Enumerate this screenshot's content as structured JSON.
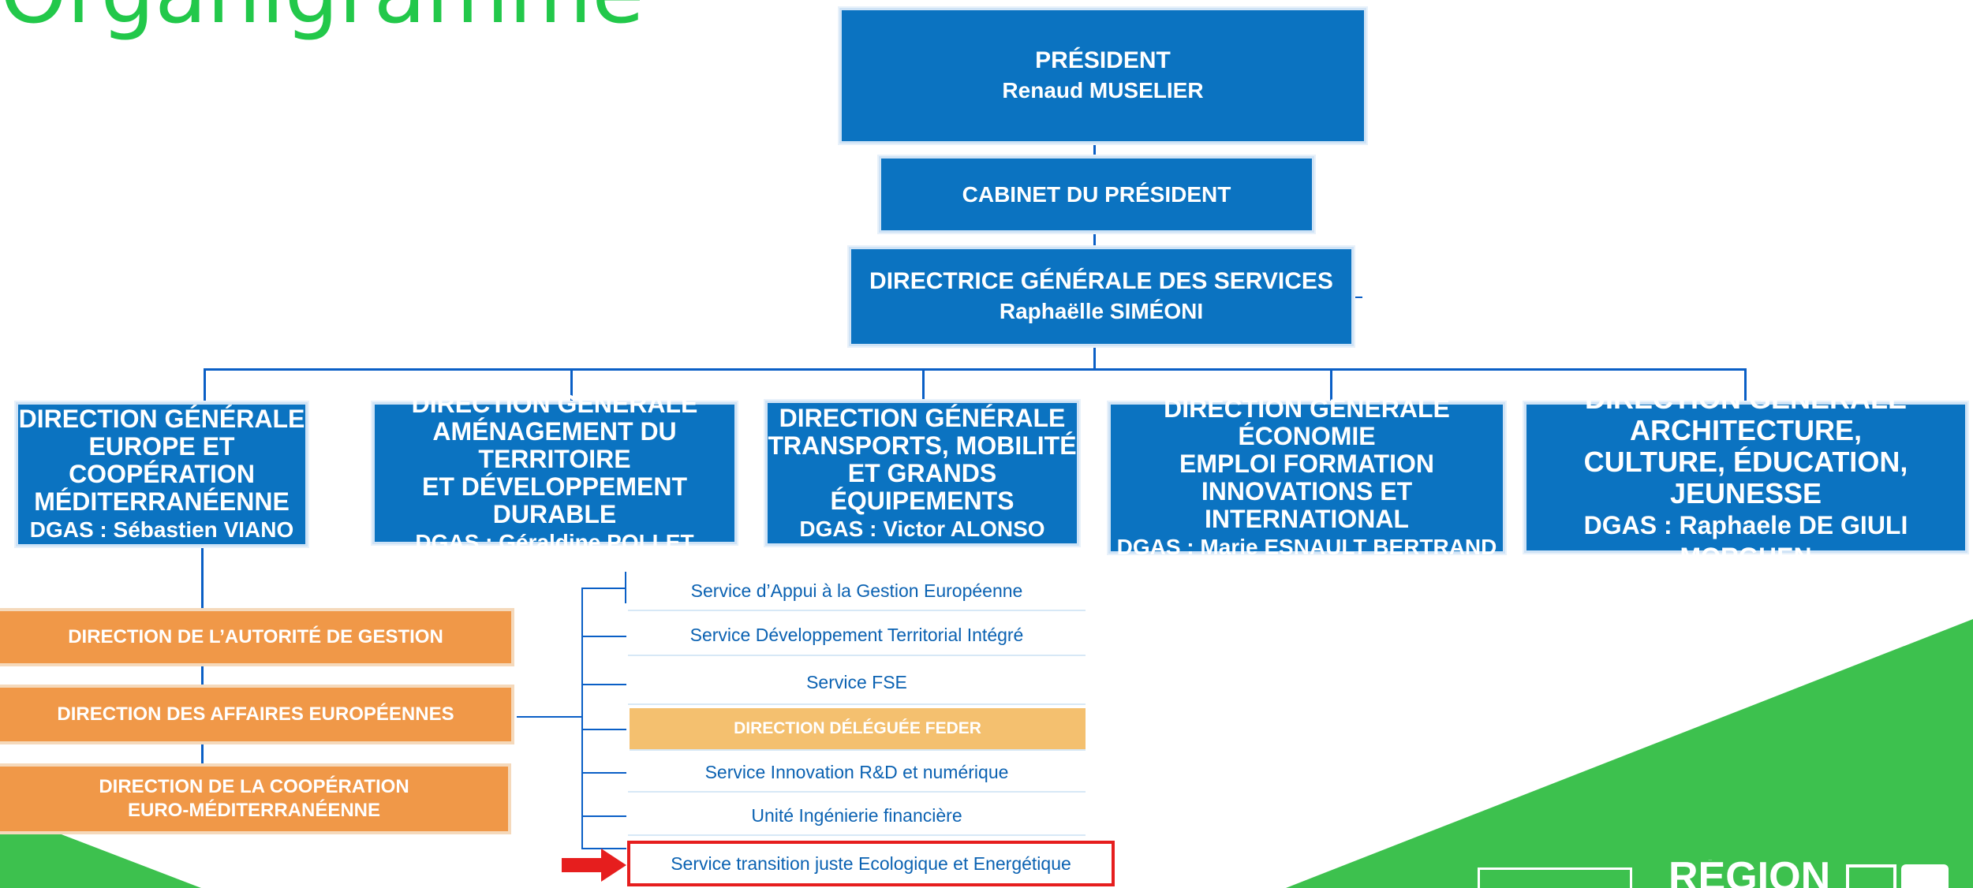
{
  "slide": {
    "title": "Organigramme"
  },
  "top_chain": {
    "president": {
      "title": "PRÉSIDENT",
      "name": "Renaud MUSELIER"
    },
    "cabinet": {
      "title": "CABINET DU PRÉSIDENT"
    },
    "dgs": {
      "title": "DIRECTRICE GÉNÉRALE DES SERVICES",
      "name": "Raphaëlle SIMÉONI"
    }
  },
  "directions_generales": [
    {
      "lines": [
        "DIRECTION GÉNÉRALE",
        "EUROPE ET COOPÉRATION",
        "MÉDITERRANÉENNE"
      ],
      "dgas": "DGAS : Sébastien VIANO"
    },
    {
      "lines": [
        "DIRECTION GÉNÉRALE",
        "AMÉNAGEMENT DU TERRITOIRE",
        "ET DÉVELOPPEMENT DURABLE"
      ],
      "dgas": "DGAS : Géraldine POLLET"
    },
    {
      "lines": [
        "DIRECTION GÉNÉRALE",
        "TRANSPORTS, MOBILITÉ",
        "ET GRANDS ÉQUIPEMENTS"
      ],
      "dgas": "DGAS : Victor ALONSO"
    },
    {
      "lines": [
        "DIRECTION GÉNÉRALE ÉCONOMIE",
        "EMPLOI FORMATION",
        "INNOVATIONS ET INTERNATIONAL"
      ],
      "dgas": "DGAS : Marie ESNAULT BERTRAND"
    },
    {
      "lines": [
        "DIRECTION GÉNÉRALE ARCHITECTURE,",
        "CULTURE, ÉDUCATION, JEUNESSE"
      ],
      "dgas": "DGAS : Raphaele DE GIULI MORGHEN"
    }
  ],
  "directions": [
    {
      "lines": [
        "DIRECTION DE L’AUTORITÉ DE GESTION"
      ]
    },
    {
      "lines": [
        "DIRECTION DES AFFAIRES EUROPÉENNES"
      ]
    },
    {
      "lines": [
        "DIRECTION DE LA COOPÉRATION",
        "EURO-MÉDITERRANÉENNE"
      ]
    }
  ],
  "services": [
    {
      "label": "Service d’Appui à la Gestion Européenne"
    },
    {
      "label": "Service Développement Territorial Intégré"
    },
    {
      "label": "Service FSE"
    },
    {
      "label": "DIRECTION DÉLÉGUÉE FEDER"
    },
    {
      "label": "Service Innovation R&D et numérique"
    },
    {
      "label": "Unité Ingénierie financière"
    },
    {
      "label": "Service transition juste Ecologique et Energétique"
    }
  ],
  "logo": {
    "text": "RÉGION"
  },
  "colors": {
    "title": "#22c84a",
    "blue": "#0b73c1",
    "orange": "#f09848",
    "feder": "#f4c06f",
    "highlight_border": "#e61e1e",
    "arrow": "#e61e1e",
    "green_band": "#3dc14e"
  }
}
